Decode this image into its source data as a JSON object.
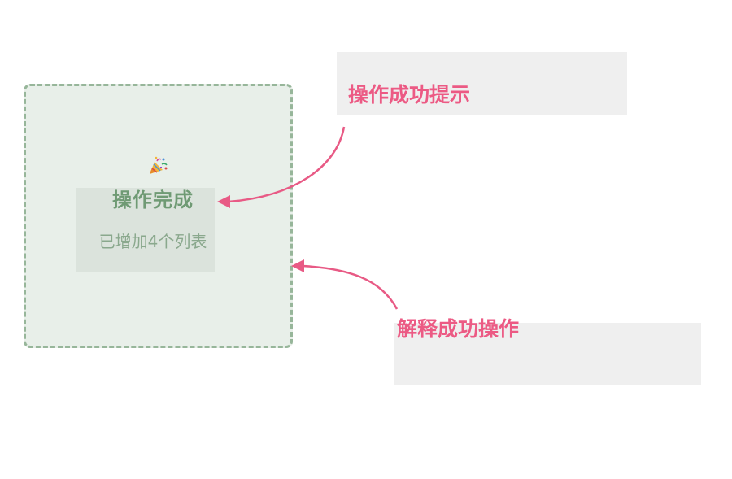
{
  "card": {
    "title": "操作完成",
    "subtitle": "已增加4个列表",
    "icon": "party-popper-icon"
  },
  "annotations": [
    {
      "label": "操作成功提示"
    },
    {
      "label": "解释成功操作"
    }
  ],
  "colors": {
    "card_border": "#97b69a",
    "card_background": "#e8efe9",
    "card_title": "#6f9a74",
    "card_subtitle": "#8aa88d",
    "annotation_text": "#ec5a84",
    "annotation_box": "#efefef",
    "arrow": "#e85a85"
  }
}
